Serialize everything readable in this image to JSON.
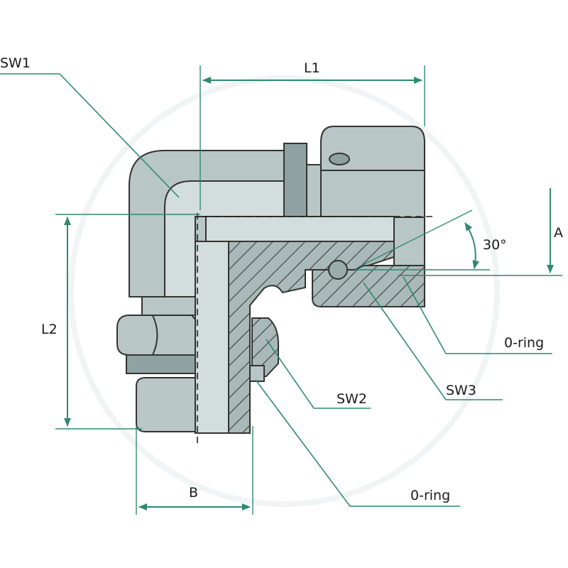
{
  "labels": {
    "sw1": "SW1",
    "l1": "L1",
    "l2": "L2",
    "a": "A",
    "angle": "30°",
    "oring_top": "0-ring",
    "sw3": "SW3",
    "sw2": "SW2",
    "oring_bottom": "0-ring",
    "b": "B"
  },
  "colors": {
    "steel": "#b9c6c6",
    "steel_dark": "#8fa1a1",
    "dimension": "#2f8a6e",
    "outline": "#333333"
  }
}
